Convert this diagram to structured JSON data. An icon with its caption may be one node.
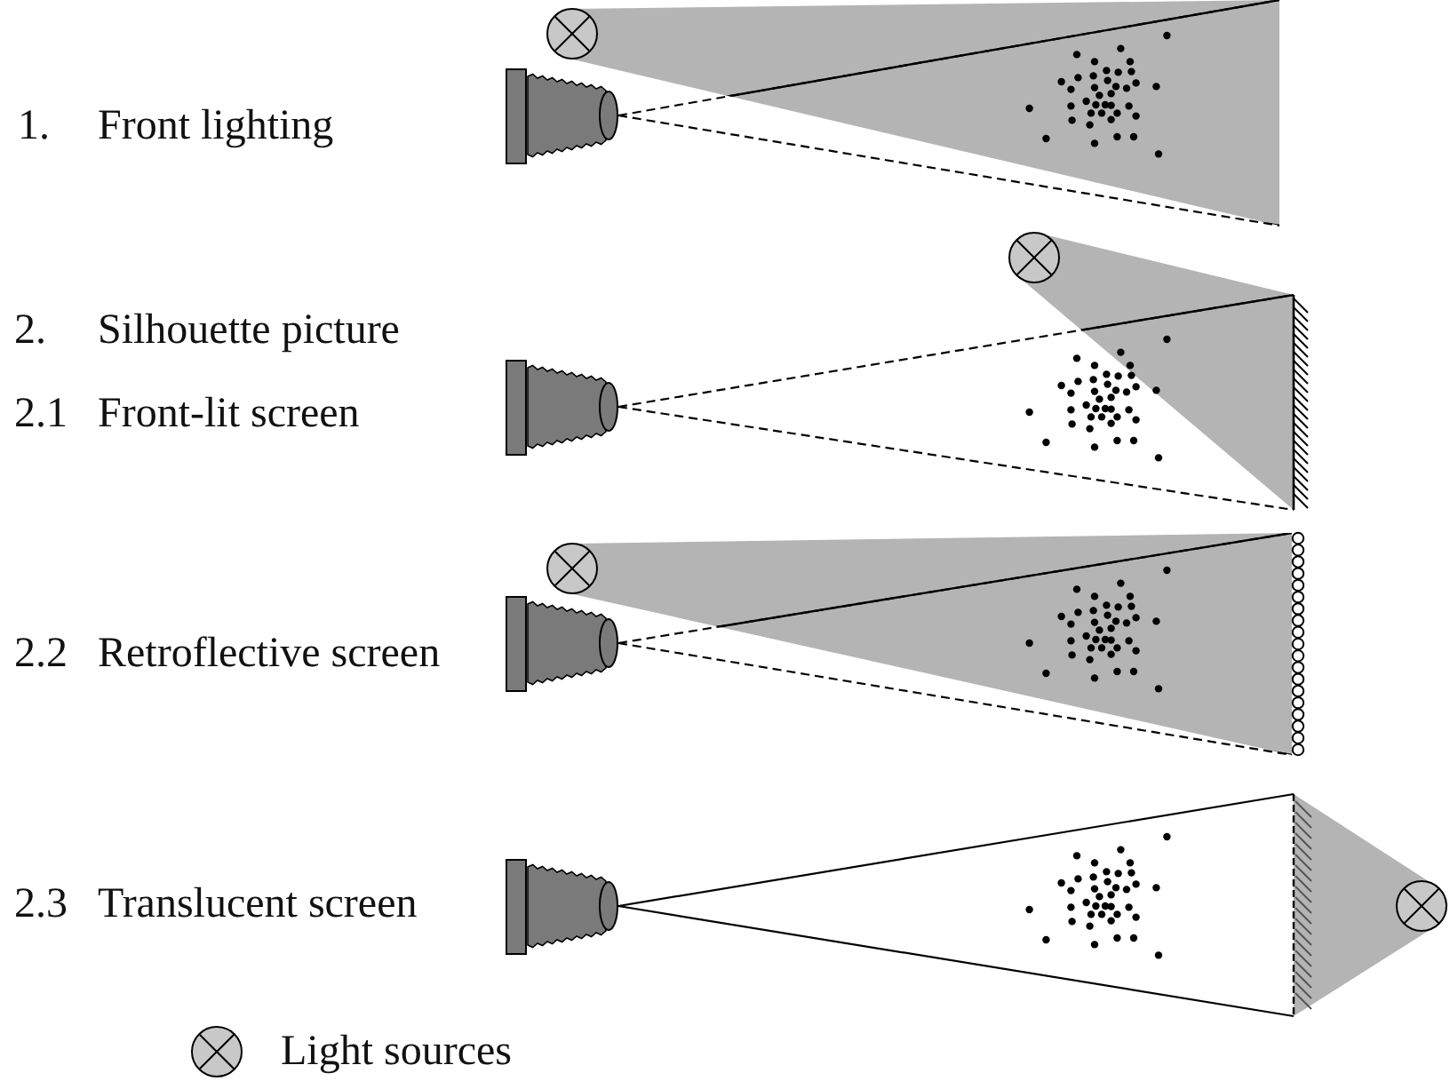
{
  "diagram": {
    "labels": [
      "1.",
      "Front lighting",
      "2.",
      "Silhouette picture",
      "2.1",
      "Front-lit screen",
      "2.2",
      "Retroflective screen",
      "2.3",
      "Translucent screen"
    ],
    "legend": [
      {
        "text": "Light sources"
      }
    ]
  }
}
